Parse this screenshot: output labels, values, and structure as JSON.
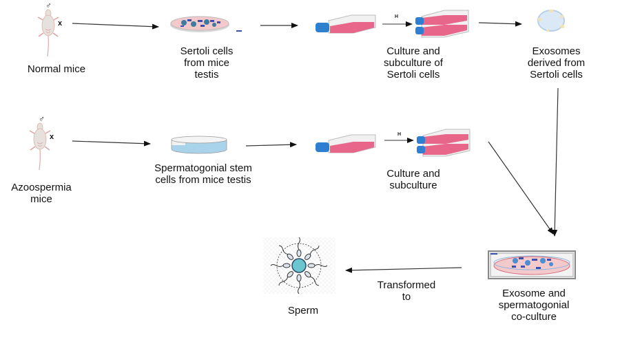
{
  "title": "Workflow: Sertoli cell exosomes and spermatogonial stem cell co-culture",
  "nodes": {
    "normal_mice": {
      "label": "Normal mice",
      "icon": "mouse-icon",
      "symbol": "♂",
      "mark": "x"
    },
    "sertoli_cells": {
      "label": "Sertoli cells\nfrom mice\ntestis",
      "icon": "petri-dish-icon"
    },
    "sertoli_culture": {
      "label": "Culture and\nsubculture of\nSertoli cells",
      "icon": "culture-flask-icon",
      "step_mark": "H"
    },
    "exosomes": {
      "label": "Exosomes\nderived from\nSertoli cells",
      "icon": "exosome-icon"
    },
    "azoo_mice": {
      "label": "Azoospermia\nmice",
      "icon": "mouse-icon",
      "symbol": "♂",
      "mark": "x"
    },
    "ssc": {
      "label": "Spermatogonial stem\ncells from mice testis",
      "icon": "petri-dish-icon"
    },
    "ssc_culture": {
      "label": "Culture and\nsubculture",
      "icon": "culture-flask-icon",
      "step_mark": "H"
    },
    "coculture": {
      "label": "Exosome and\nspermatogonial\nco-culture",
      "icon": "coculture-dish-icon"
    },
    "sperm": {
      "label": "Sperm",
      "icon": "sperm-icon"
    }
  },
  "edges": [
    {
      "from": "normal_mice",
      "to": "sertoli_cells"
    },
    {
      "from": "sertoli_cells",
      "to": "sertoli_culture"
    },
    {
      "from": "sertoli_culture",
      "to": "exosomes"
    },
    {
      "from": "exosomes",
      "to": "coculture"
    },
    {
      "from": "azoo_mice",
      "to": "ssc"
    },
    {
      "from": "ssc",
      "to": "ssc_culture"
    },
    {
      "from": "ssc_culture",
      "to": "coculture"
    },
    {
      "from": "coculture",
      "to": "sperm",
      "label": "Transformed\nto"
    }
  ],
  "colors": {
    "flask_pink": "#e8668a",
    "flask_cap": "#2f7fd0",
    "dish_pink": "#f4c9cc",
    "dish_blue": "#a9d3ea",
    "cell_blue": "#3b4fb0",
    "exosome_fill": "#dbe9f7",
    "sperm_core": "#6cc6d0"
  }
}
